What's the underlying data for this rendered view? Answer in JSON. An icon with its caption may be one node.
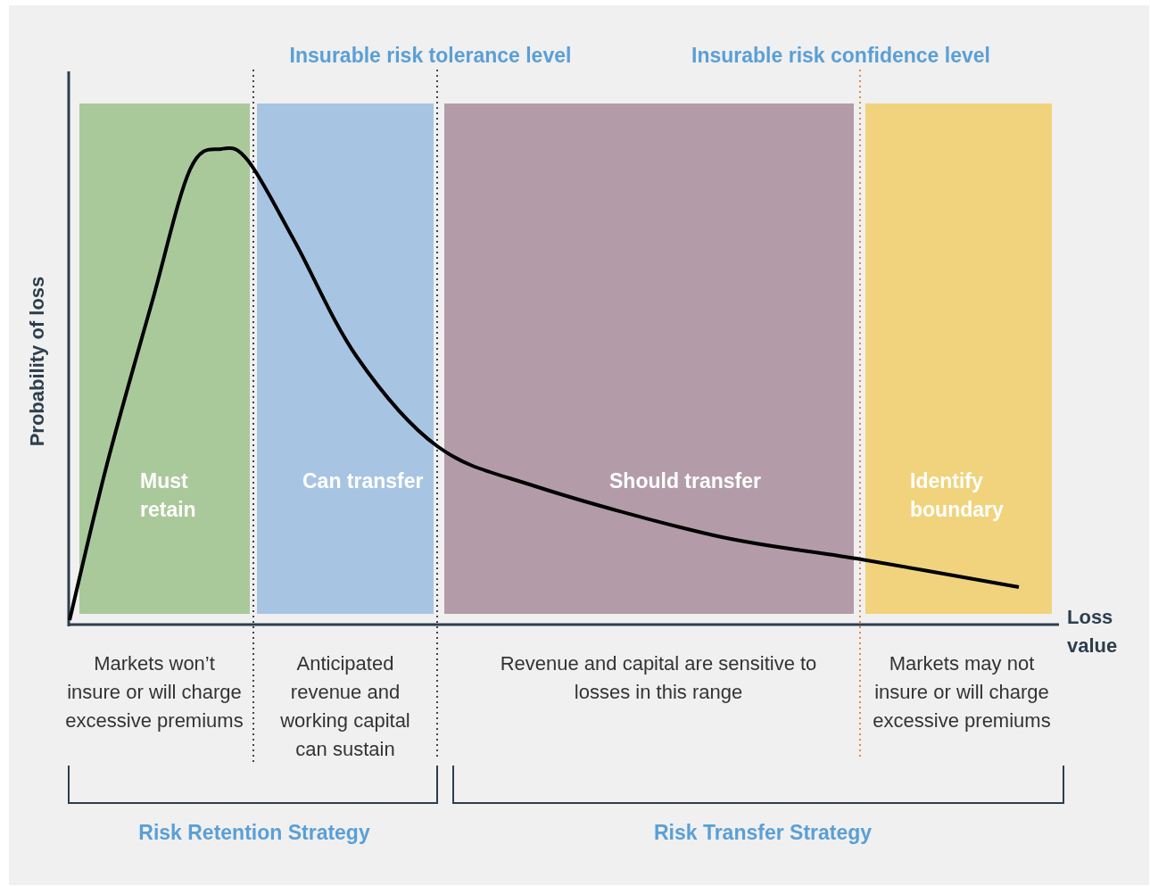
{
  "diagram": {
    "nodes": [
      {
        "text": [
          "Must retain"
        ]
      },
      {
        "text": [
          "Can transfer"
        ]
      },
      {
        "text": [
          "Should transfer"
        ]
      },
      {
        "text": [
          "Identify boundary"
        ]
      }
    ],
    "labels": [
      "Insurable risk tolerance level",
      "Insurable risk confidence level",
      "Probability of loss",
      "Loss value",
      "Markets won’t insure or will charge excessive premiums",
      "Anticipated revenue and working capital can sustain",
      "Revenue and capital are sensitive to losses in this range",
      "Markets may not insure or will charge excessive premiums",
      "Risk Retention Strategy",
      "Risk Transfer Strategy"
    ]
  }
}
